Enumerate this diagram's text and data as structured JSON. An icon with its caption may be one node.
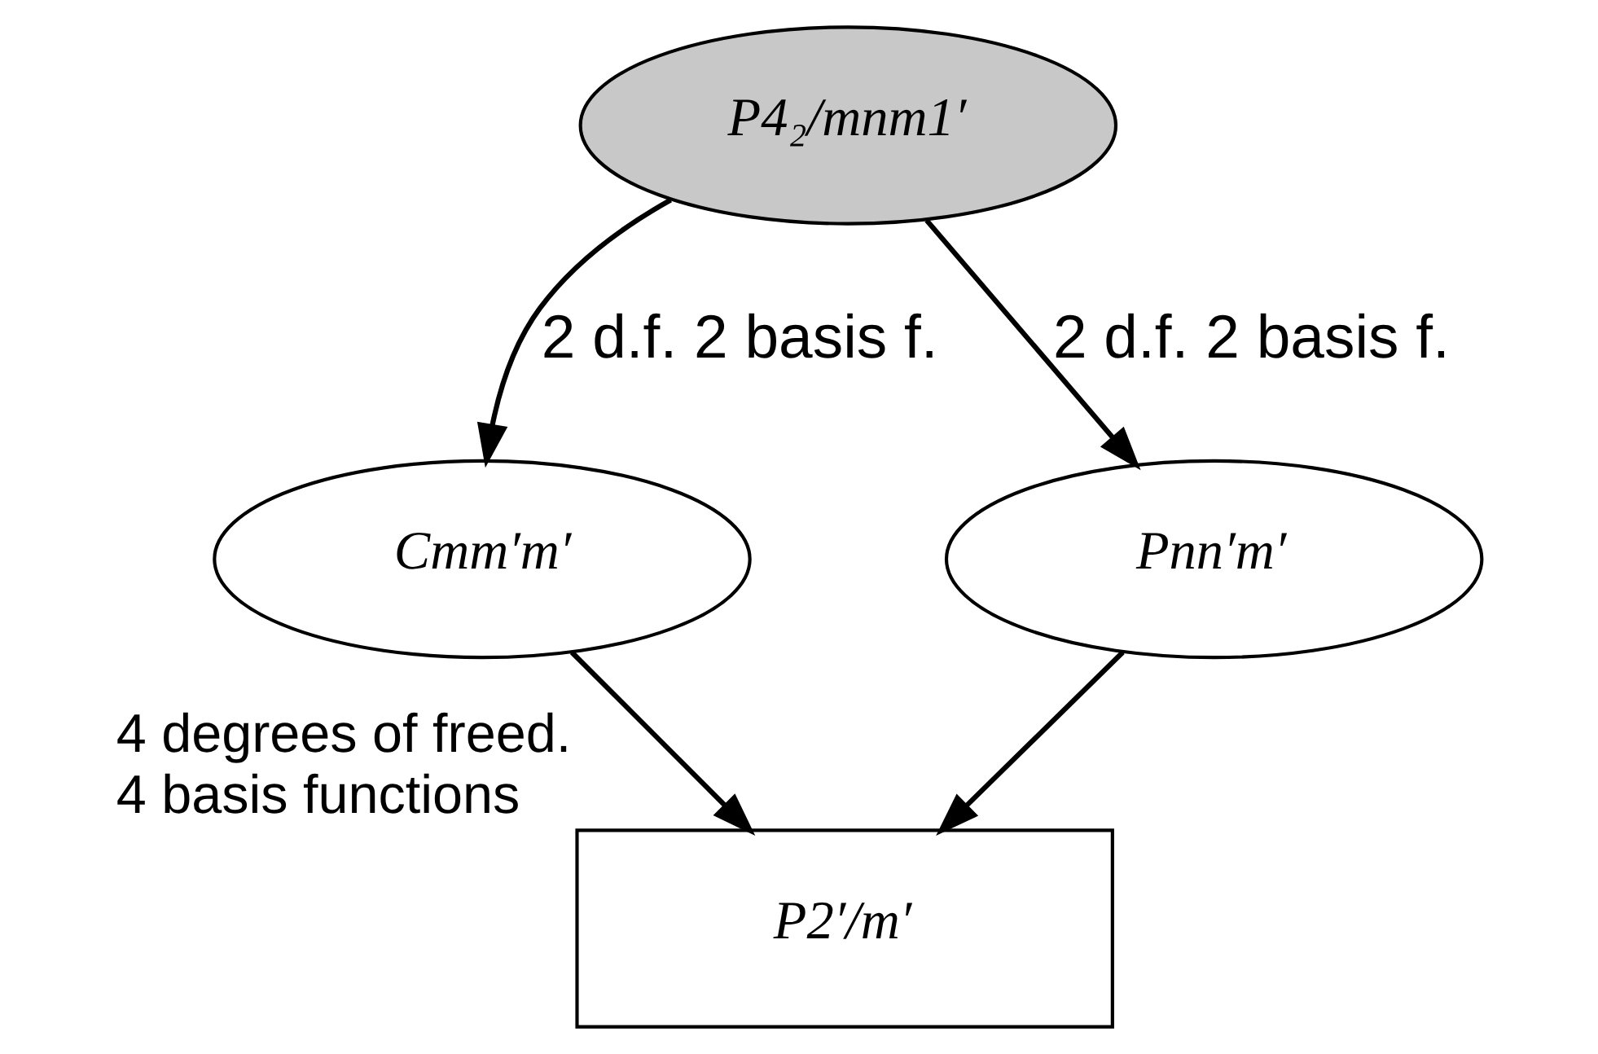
{
  "diagram": {
    "nodes": [
      {
        "text": [
          "P4₂/mnm1′"
        ]
      },
      {
        "text": [
          "Cmm′m′"
        ]
      },
      {
        "text": [
          "Pnn′m′"
        ]
      },
      {
        "text": [
          "P2′/m′"
        ],
        "beside": [
          "4 degrees of freed.",
          "4 basis functions"
        ]
      }
    ],
    "edges": [
      {
        "from": 0,
        "to": 1,
        "arrow": "to",
        "label": "2 d.f. 2 basis f."
      },
      {
        "from": 0,
        "to": 2,
        "arrow": "to",
        "label": "2 d.f. 2 basis f."
      },
      {
        "from": 1,
        "to": 3,
        "arrow": "to"
      },
      {
        "from": 2,
        "to": 3,
        "arrow": "to"
      }
    ]
  }
}
